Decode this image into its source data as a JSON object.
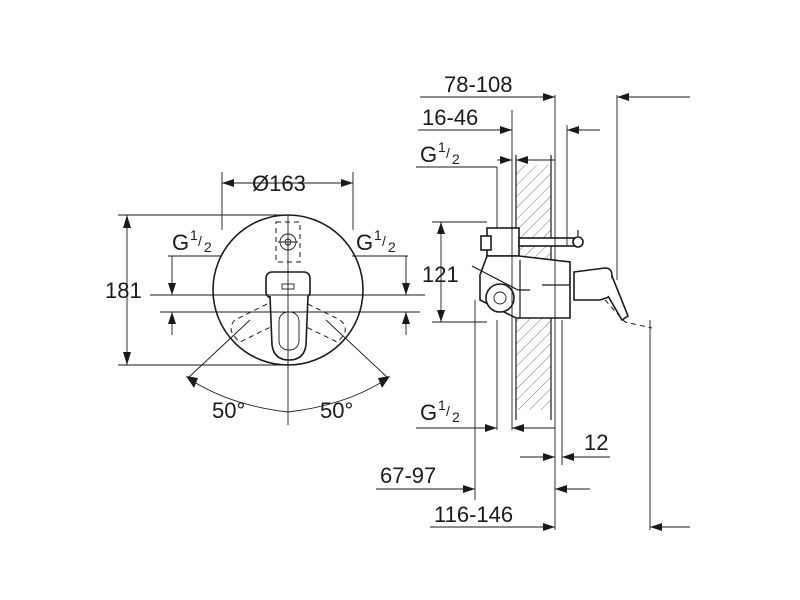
{
  "front_view": {
    "diameter_label": "Ø163",
    "height_label": "181",
    "thread_left": {
      "main": "G",
      "num": "1",
      "slash": "/",
      "den": "2"
    },
    "thread_right": {
      "main": "G",
      "num": "1",
      "slash": "/",
      "den": "2"
    },
    "angle_left": "50°",
    "angle_right": "50°"
  },
  "side_view": {
    "dim_78_108": "78-108",
    "dim_16_46": "16-46",
    "thread_top": {
      "main": "G",
      "num": "1",
      "slash": "/",
      "den": "2"
    },
    "dim_121": "121",
    "thread_bottom": {
      "main": "G",
      "num": "1",
      "slash": "/",
      "den": "2"
    },
    "dim_12": "12",
    "dim_67_97": "67-97",
    "dim_116_146": "116-146"
  }
}
